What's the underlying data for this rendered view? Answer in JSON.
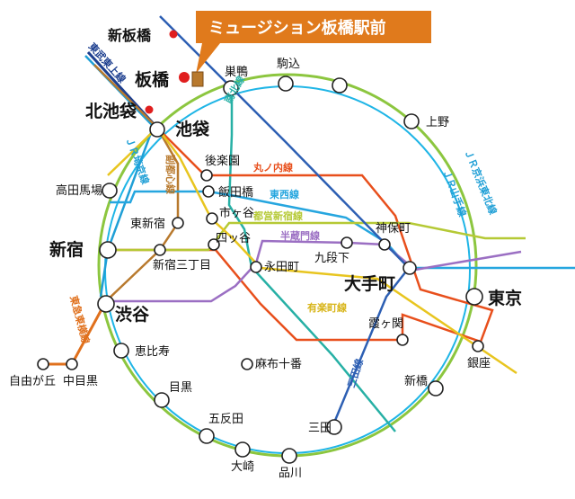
{
  "title": "ミュージション板橋駅前",
  "colors": {
    "yamanote": "#8cc63f",
    "saikyo": "#1f9fd6",
    "marunouchi": "#e84f1c",
    "tozai": "#26a6df",
    "shinjuku": "#b5c935",
    "hanzomon": "#9b6fc3",
    "yurakucho": "#e8c51f",
    "mita": "#2d5fb3",
    "fukutoshin": "#b8792d",
    "toyoko": "#e0701c",
    "namboku": "#27b0a5",
    "tojo": "#1d3f8f",
    "keihin": "#1fb5e6",
    "accent": "#e07a1c"
  },
  "stations": {
    "shin_itabashi": "新板橋",
    "itabashi": "板橋",
    "kita_ikebukuro": "北池袋",
    "ikebukuro": "池袋",
    "sugamo": "巣鴨",
    "komagome": "駒込",
    "ueno": "上野",
    "korakuen": "後楽園",
    "iidabashi": "飯田橋",
    "ichigaya": "市ヶ谷",
    "yotsuya": "四ッ谷",
    "takadanobaba": "高田馬場",
    "higashi_shinjuku": "東新宿",
    "shinjuku": "新宿",
    "shinjuku_sanchome": "新宿三丁目",
    "nagatacho": "永田町",
    "kudanshita": "九段下",
    "jimbocho": "神保町",
    "otemachi": "大手町",
    "tokyo": "東京",
    "kasumigaseki": "霞ヶ関",
    "ginza": "銀座",
    "shibuya": "渋谷",
    "ebisu": "恵比寿",
    "jiyugaoka": "自由が丘",
    "nakameguro": "中目黒",
    "meguro": "目黒",
    "azabujuban": "麻布十番",
    "gotanda": "五反田",
    "osaki": "大崎",
    "shinagawa": "品川",
    "mita": "三田",
    "shimbashi": "新橋"
  },
  "lines": {
    "tojo": "東武東上線",
    "saikyo": "ＪＲ埼京線",
    "namboku": "南北線",
    "fukutoshin": "副都心線",
    "marunouchi": "丸ノ内線",
    "tozai": "東西線",
    "shinjuku": "都営新宿線",
    "hanzomon": "半蔵門線",
    "yurakucho": "有楽町線",
    "mita": "三田線",
    "toyoko": "東急東横線",
    "keihin_tohoku": "ＪＲ京浜東北線",
    "yamanote": "ＪＲ山手線"
  }
}
